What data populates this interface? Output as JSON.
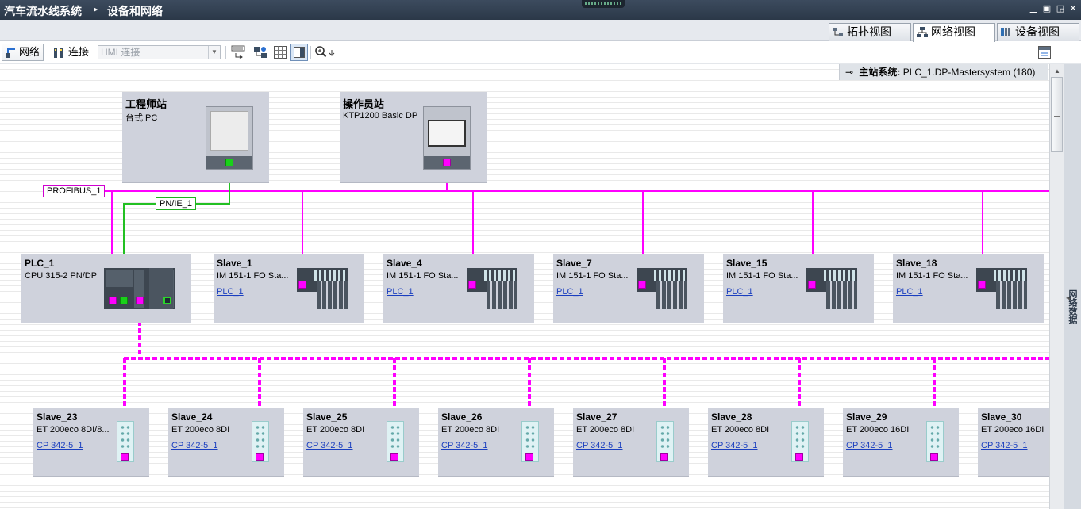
{
  "window": {
    "breadcrumb": [
      "汽车流水线系统",
      "设备和网络"
    ],
    "separator": "▸"
  },
  "view_tabs": [
    {
      "label": "拓扑视图",
      "icon": "topology-view-icon",
      "active": false
    },
    {
      "label": "网络视图",
      "icon": "network-view-icon",
      "active": true
    },
    {
      "label": "设备视图",
      "icon": "device-view-icon",
      "active": false
    }
  ],
  "toolbar": {
    "network_label": "网络",
    "connect_label": "连接",
    "connection_type": "HMI 连接"
  },
  "master_system": {
    "label": "主站系统:",
    "value": "PLC_1.DP-Mastersystem (180)"
  },
  "side_panel": {
    "label": "网络数据"
  },
  "networks": {
    "profibus": "PROFIBUS_1",
    "pnie": "PN/IE_1"
  },
  "colors": {
    "profibus": "#ff00ff",
    "profinet": "#22c022",
    "device_bg": "#cfd2dc"
  },
  "stations": {
    "eng": {
      "name": "工程师站",
      "type": "台式 PC"
    },
    "hmi": {
      "name": "操作员站",
      "type": "KTP1200 Basic DP"
    },
    "plc": {
      "name": "PLC_1",
      "type": "CPU 315-2 PN/DP"
    }
  },
  "slaves_top": [
    {
      "name": "Slave_1",
      "type": "IM 151-1 FO Sta...",
      "link": "PLC_1"
    },
    {
      "name": "Slave_4",
      "type": "IM 151-1 FO Sta...",
      "link": "PLC_1"
    },
    {
      "name": "Slave_7",
      "type": "IM 151-1 FO Sta...",
      "link": "PLC_1"
    },
    {
      "name": "Slave_15",
      "type": "IM 151-1 FO Sta...",
      "link": "PLC_1"
    },
    {
      "name": "Slave_18",
      "type": "IM 151-1 FO Sta...",
      "link": "PLC_1"
    }
  ],
  "slaves_bottom": [
    {
      "name": "Slave_23",
      "type": "ET 200eco 8DI/8...",
      "link": "CP 342-5_1"
    },
    {
      "name": "Slave_24",
      "type": "ET 200eco 8DI",
      "link": "CP 342-5_1"
    },
    {
      "name": "Slave_25",
      "type": "ET 200eco 8DI",
      "link": "CP 342-5_1"
    },
    {
      "name": "Slave_26",
      "type": "ET 200eco 8DI",
      "link": "CP 342-5_1"
    },
    {
      "name": "Slave_27",
      "type": "ET 200eco 8DI",
      "link": "CP 342-5_1"
    },
    {
      "name": "Slave_28",
      "type": "ET 200eco 8DI",
      "link": "CP 342-5_1"
    },
    {
      "name": "Slave_29",
      "type": "ET 200eco 16DI",
      "link": "CP 342-5_1"
    },
    {
      "name": "Slave_30",
      "type": "ET 200eco 16DI",
      "link": "CP 342-5_1"
    }
  ]
}
